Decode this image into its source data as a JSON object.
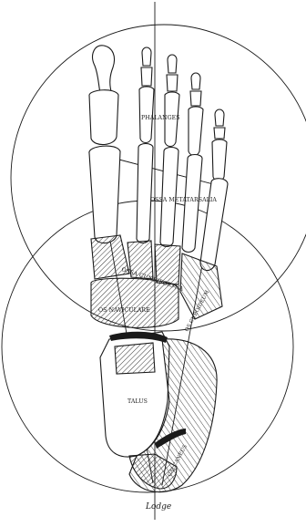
{
  "figure": {
    "subject": "dorsal view of the bones of the right foot with circles and axis lines",
    "labels": {
      "phalanges": "PHALANGES",
      "metatarsalia": "OSSA METATARSALIA",
      "cuneiformia": "OSSA CUNEIFORMIA",
      "naviculare": "OS NAVICULARE",
      "cuboideum": "OS CUBOIDEUM",
      "talus": "TALUS",
      "calcaneus": "CALCANEUS"
    },
    "signature": "Lodge"
  },
  "colors": {
    "ink": "#1a1a1a",
    "paper": "#ffffff"
  }
}
